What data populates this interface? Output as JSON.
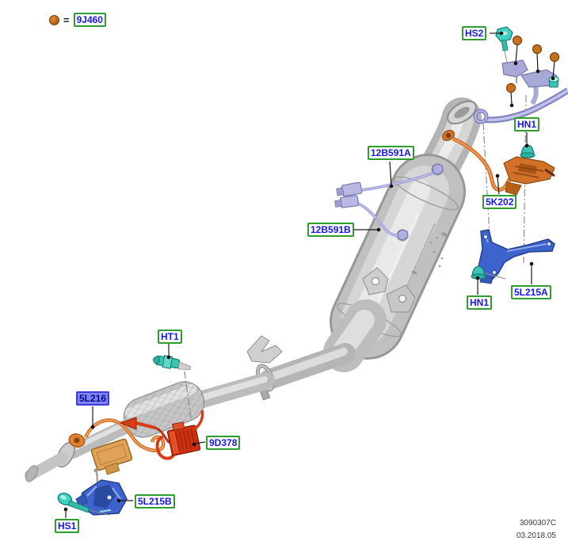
{
  "legend": {
    "marker": "orange-dot",
    "equals": "=",
    "part_code": "9J460"
  },
  "callouts": {
    "hs2": "HS2",
    "hn1_top": "HN1",
    "w12b591a": "12B591A",
    "w12b591b": "12B591B",
    "p5k202": "5K202",
    "p5l215a": "5L215A",
    "hn1_bottom": "HN1",
    "ht1": "HT1",
    "p5l216": "5L216",
    "p9d378": "9D378",
    "p5l215b": "5L215B",
    "hs1": "HS1"
  },
  "footer": {
    "doc_number": "3090307C",
    "revision": "03.2018.05"
  },
  "colors": {
    "label_border_green": "#2f9e2f",
    "label_text_blue": "#1616ee",
    "selected_label_bg": "#8181f2",
    "selected_label_text": "#000a8c",
    "fastener_marker_orange": "#b86a1a",
    "teal_hardware": "#3cc4b4",
    "blue_bracket": "#3f63cc",
    "orange_part": "#d2722a",
    "red_part": "#cf3010",
    "lavender_part": "#a9a9d6",
    "pipe_gray": "#c4c4c4"
  }
}
